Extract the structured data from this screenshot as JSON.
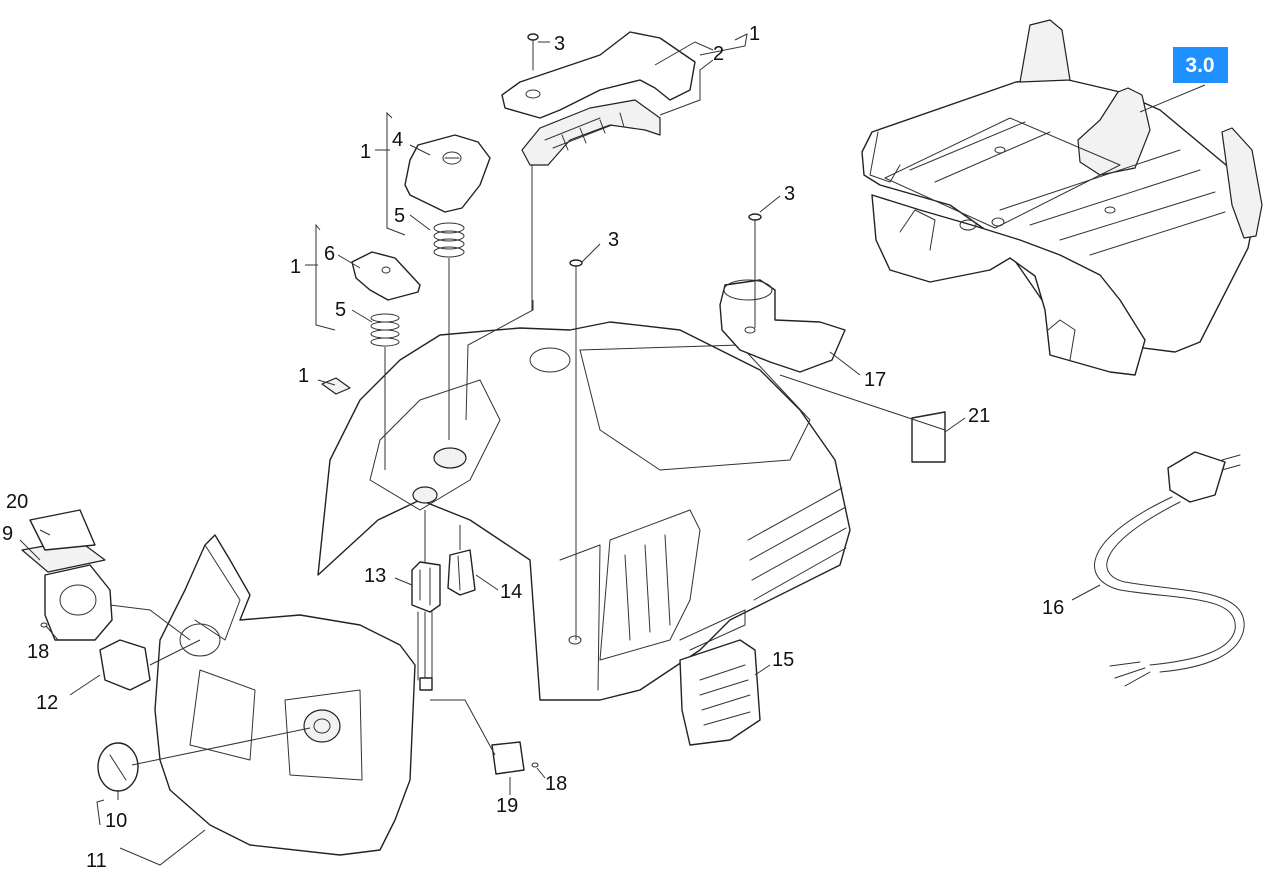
{
  "diagram": {
    "badge": "3.0",
    "callouts": {
      "c1_top": "1",
      "c2_top": "2",
      "c3_top": "3",
      "c1_knob": "1",
      "c4": "4",
      "c5_upper": "5",
      "c1_cap": "1",
      "c6": "6",
      "c5_lower": "5",
      "c1_tab": "1",
      "c3_mid": "3",
      "c3_right": "3",
      "c17": "17",
      "c21": "21",
      "c20": "20",
      "c9": "9",
      "c18_left": "18",
      "c12": "12",
      "c10": "10",
      "c11": "11",
      "c13": "13",
      "c14": "14",
      "c19": "19",
      "c18_bottom": "18",
      "c15": "15",
      "c16": "16"
    }
  }
}
